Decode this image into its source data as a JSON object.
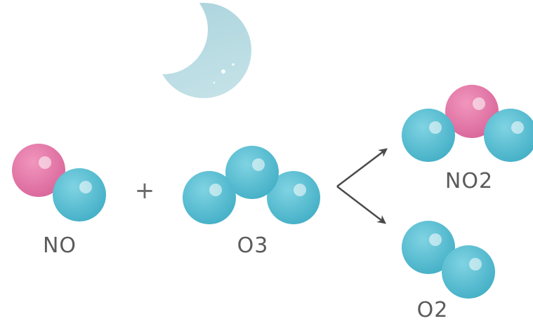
{
  "reaction": {
    "condition_icon": "crescent-moon-icon",
    "plus_sign": "+",
    "reactants": [
      {
        "formula": "NO",
        "atoms": [
          "N",
          "O"
        ]
      },
      {
        "formula": "O3",
        "atoms": [
          "O",
          "O",
          "O"
        ]
      }
    ],
    "products": [
      {
        "formula": "NO2",
        "atoms": [
          "O",
          "N",
          "O"
        ]
      },
      {
        "formula": "O2",
        "atoms": [
          "O",
          "O"
        ]
      }
    ]
  },
  "colors": {
    "nitrogen": "#e77aa8",
    "oxygen": "#58c0d4",
    "moon": "#b7dce3",
    "arrow": "#4a4a4a",
    "label": "#5b5b5b"
  }
}
